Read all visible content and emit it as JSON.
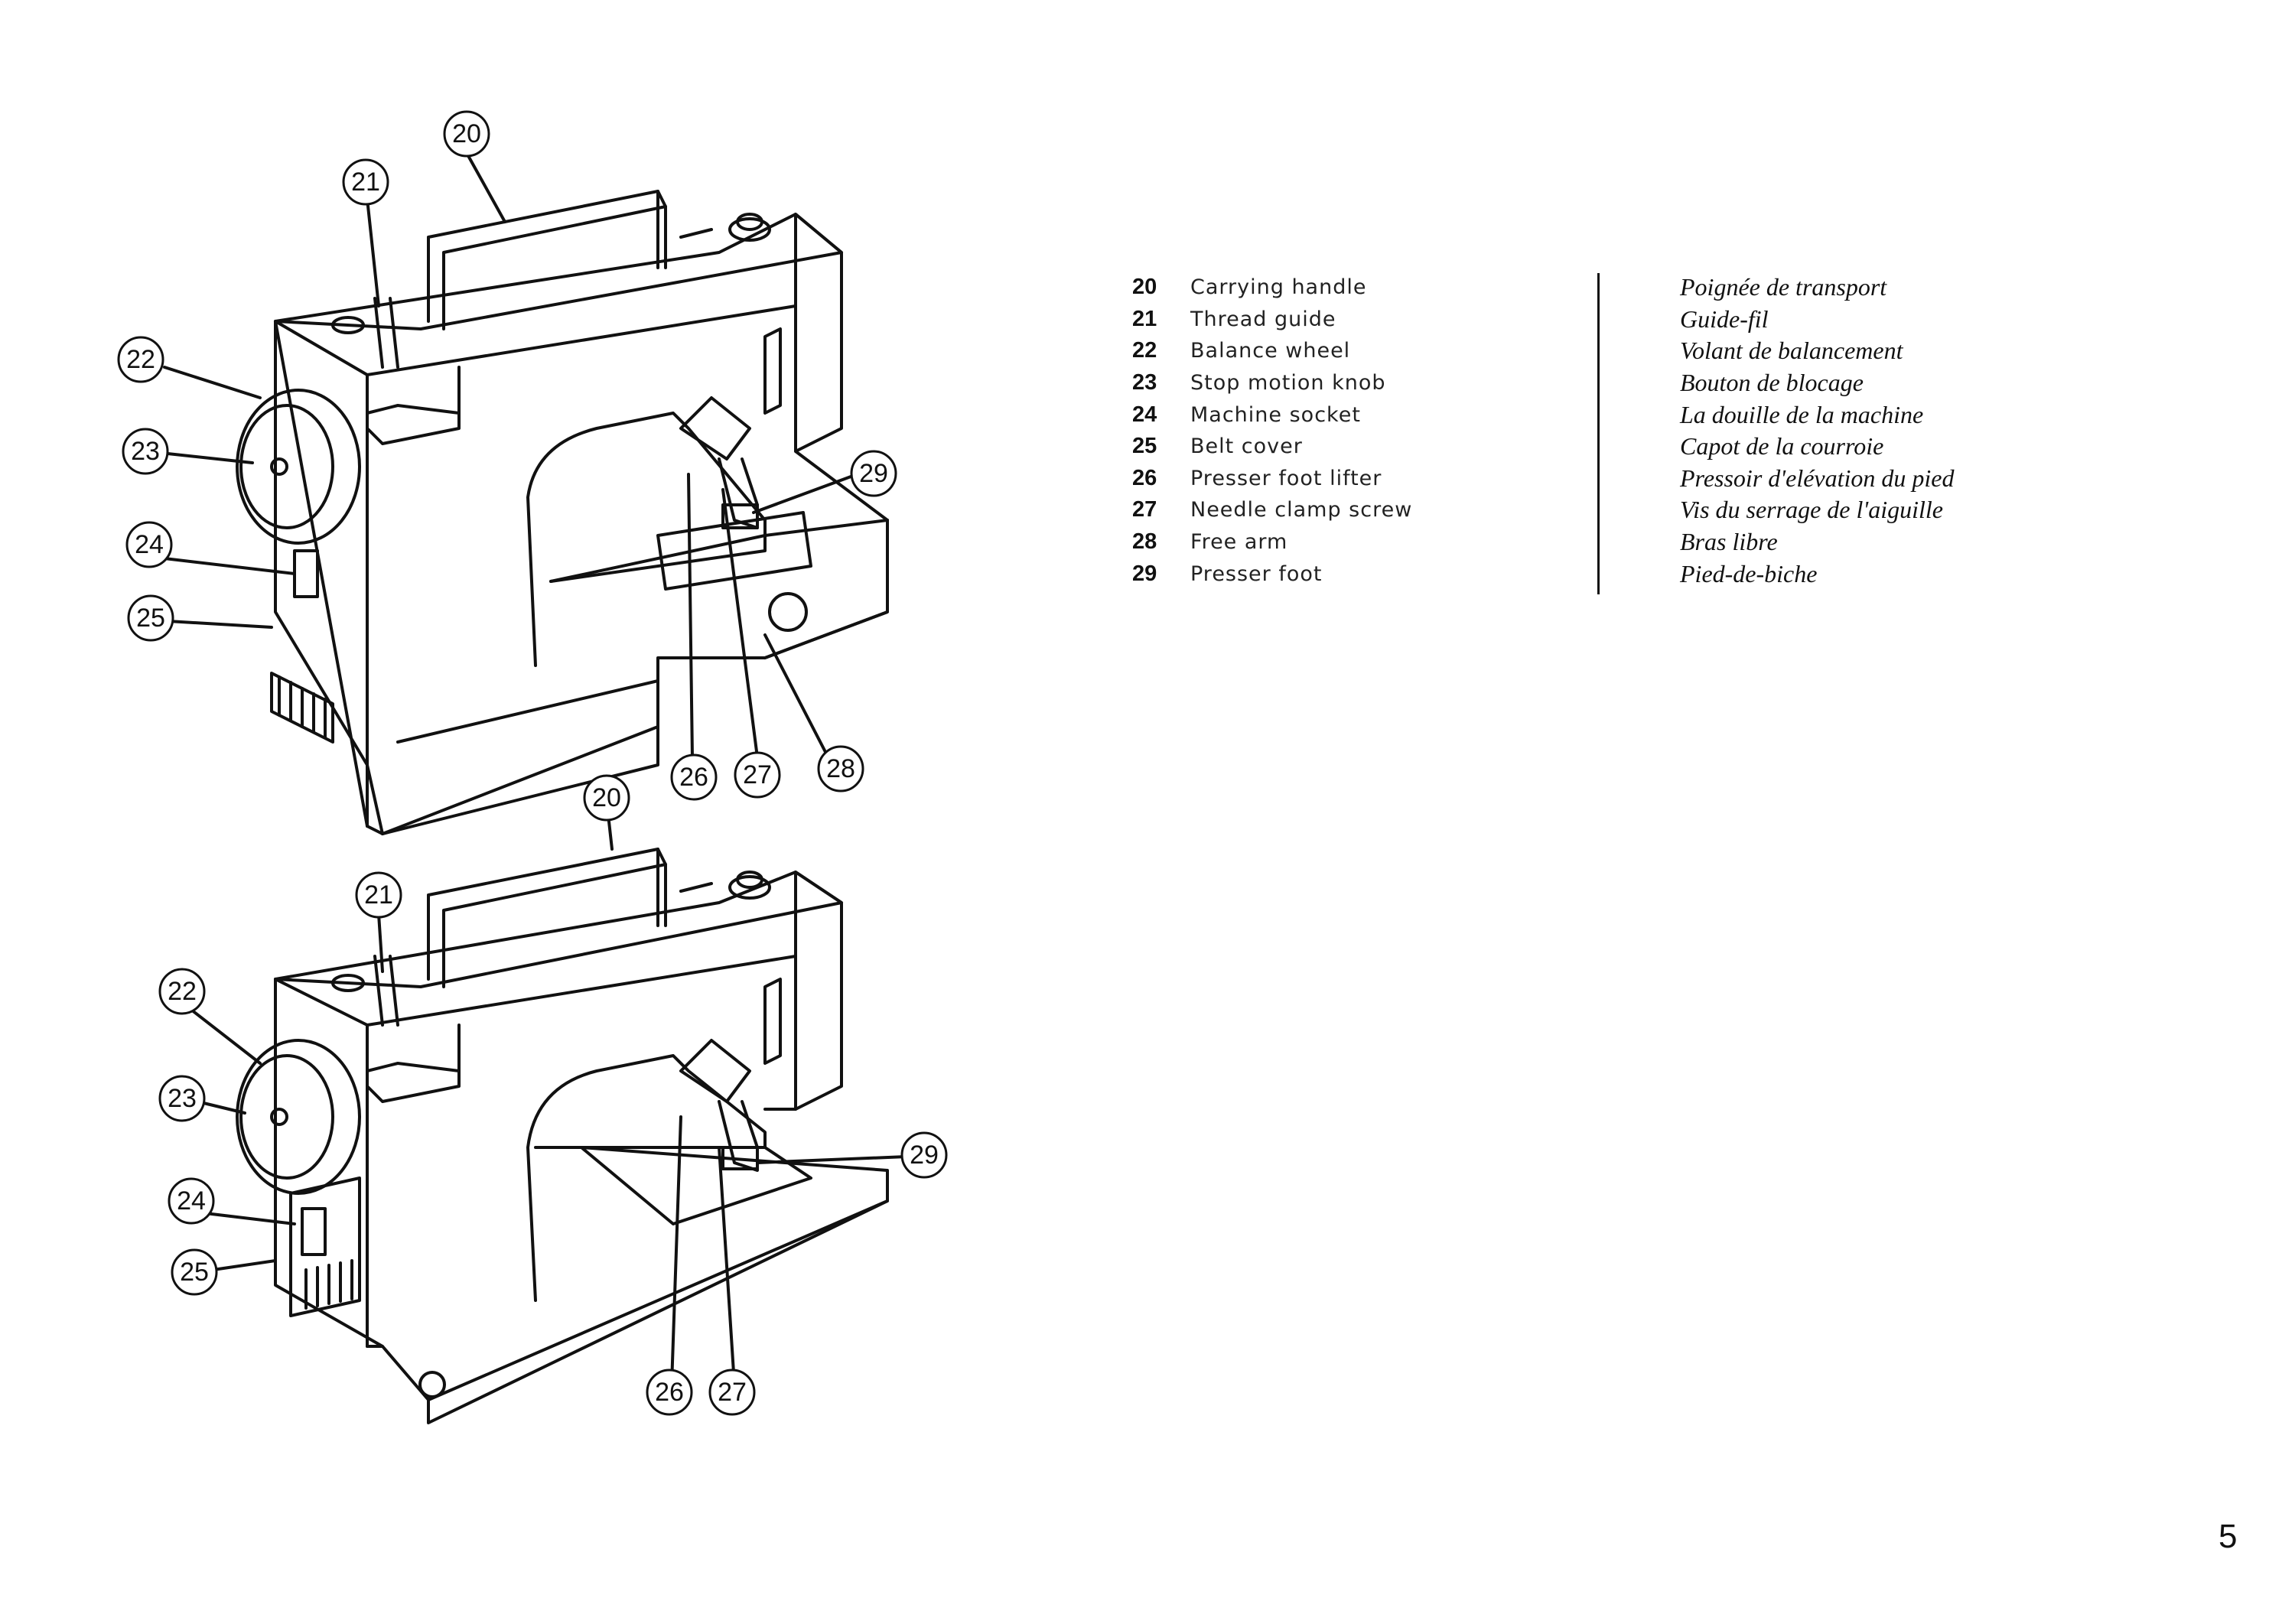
{
  "callout_numbers": {
    "n20": "20",
    "n21": "21",
    "n22": "22",
    "n23": "23",
    "n24": "24",
    "n25": "25",
    "n26": "26",
    "n27": "27",
    "n28": "28",
    "n29": "29"
  },
  "legend": [
    {
      "num": "20",
      "en": "Carrying handle",
      "fr": "Poignée de transport"
    },
    {
      "num": "21",
      "en": "Thread guide",
      "fr": "Guide-fil"
    },
    {
      "num": "22",
      "en": "Balance wheel",
      "fr": "Volant de balancement"
    },
    {
      "num": "23",
      "en": "Stop motion knob",
      "fr": "Bouton de blocage"
    },
    {
      "num": "24",
      "en": "Machine socket",
      "fr": "La douille de la machine"
    },
    {
      "num": "25",
      "en": "Belt cover",
      "fr": "Capot de la courroie"
    },
    {
      "num": "26",
      "en": "Presser foot lifter",
      "fr": "Pressoir d'elévation du pied"
    },
    {
      "num": "27",
      "en": "Needle clamp screw",
      "fr": "Vis du serrage de l'aiguille"
    },
    {
      "num": "28",
      "en": "Free arm",
      "fr": "Bras libre"
    },
    {
      "num": "29",
      "en": "Presser foot",
      "fr": "Pied-de-biche"
    }
  ],
  "page_number": "5"
}
